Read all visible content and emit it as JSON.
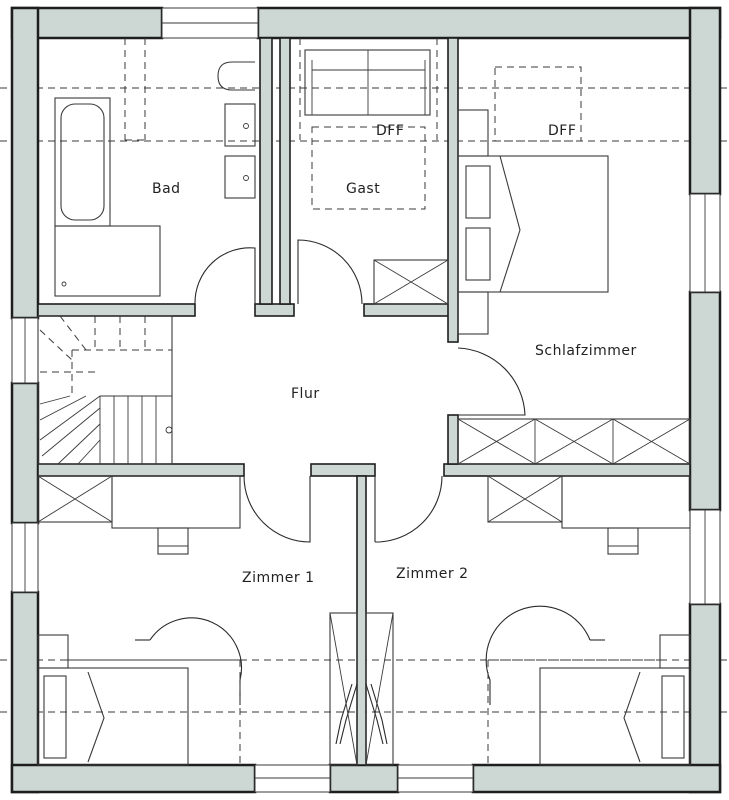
{
  "rooms": {
    "bad": "Bad",
    "gast": "Gast",
    "schlafzimmer": "Schlafzimmer",
    "flur": "Flur",
    "zimmer1": "Zimmer 1",
    "zimmer2": "Zimmer 2"
  },
  "windows": {
    "dff_gast": "DFF",
    "dff_schlaf": "DFF"
  },
  "colors": {
    "wall_fill": "#cdd8d4",
    "line": "#1e1e1e"
  }
}
